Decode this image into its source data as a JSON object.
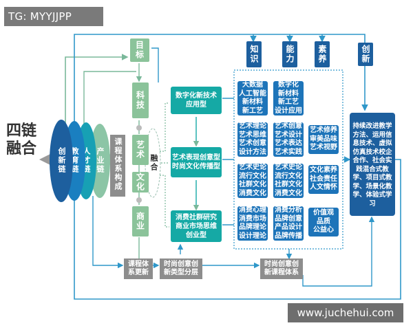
{
  "watermark_top": "TG: MYYJJPP",
  "watermark_bottom": "www.juchehui.com",
  "fusion_title": "四链融合",
  "chains": [
    "创新链",
    "教育链",
    "人才链",
    "产业链"
  ],
  "course_system": {
    "target_label": "目标",
    "vertical_label": "课程体系构成",
    "items": [
      "科技",
      "艺术",
      "文化",
      "商业"
    ],
    "fusion_label": "融合"
  },
  "types": [
    "数字化新技术\n应用型",
    "艺术表现创意型\n时尚文化传播型",
    "消费社群研究\n商业市场思维\n创业型"
  ],
  "columns": {
    "headers": [
      "知识",
      "能力",
      "素养"
    ],
    "knowledge": [
      "大数据\n人工智能\n新材料\n新工艺",
      "艺术理论\n艺术思维\n艺术创意\n设计方法",
      "艺术史论\n流行文化\n社群文化\n消费文化",
      "消费心理\n消费市场\n品牌理论\n设计理论"
    ],
    "ability": [
      "数字化\n新材料\n新工艺\n设计应用",
      "艺术创意\n艺术设计\n艺术表达\n艺术实践",
      "艺术史论\n流行文化\n社群文化\n消费文化",
      "消费分析\n品牌创意\n产品设计\n品牌传播"
    ],
    "literacy": [
      "艺术修养\n审美品味\n艺术视野",
      "文化素养\n社会责任\n人文情怀",
      "价值观\n品质\n公益心"
    ]
  },
  "innovation": {
    "header": "创新",
    "body": "持续改进教学方法、运用信息技术、虚拟仿真技术校企合作、社会实践混合式教学、项目式教学、场景化教学、体验式学习"
  },
  "bottom_boxes": [
    "课程体系更新",
    "时尚创意创新类型分层",
    "时尚创意创新课程体系"
  ],
  "colors": {
    "chain_1": "#1d5f9e",
    "chain_2": "#1a7fc0",
    "chain_3": "#17a0b4",
    "chain_4": "#8cc5a6",
    "green": "#8bc39a",
    "teal": "#15a9a5",
    "blue": "#1d74b9",
    "navy": "#1d5f9e",
    "gray": "#8d8d8d",
    "line": "#2f97c9"
  }
}
